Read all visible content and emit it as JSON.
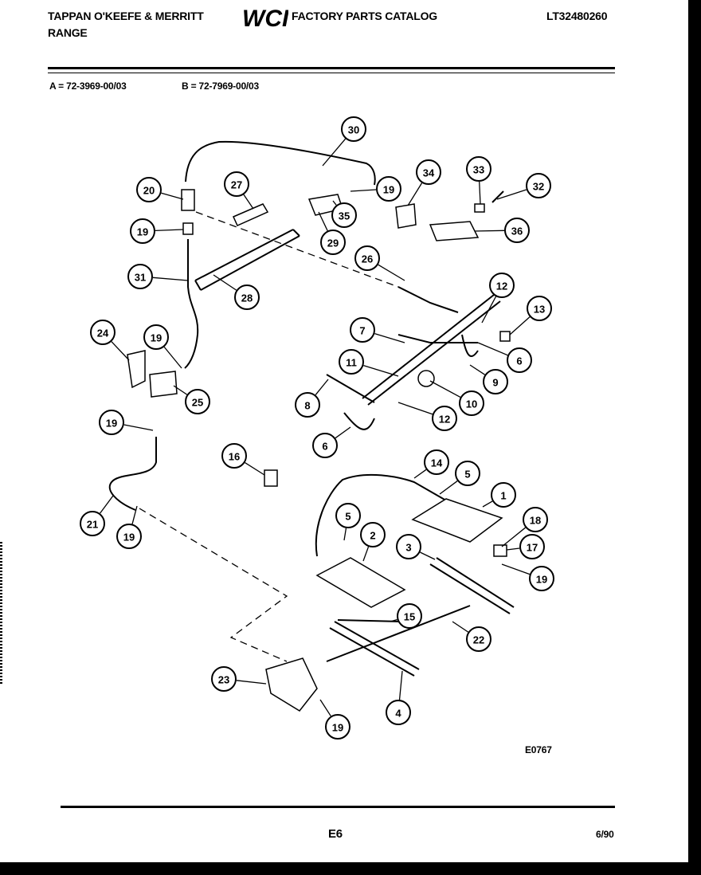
{
  "header": {
    "brand_line1": "TAPPAN O'KEEFE & MERRITT",
    "brand_line2": "RANGE",
    "logo": "WCI",
    "catalog_title": "FACTORY PARTS CATALOG",
    "catalog_number": "LT32480260"
  },
  "models": {
    "a": "A = 72-3969-00/03",
    "b": "B = 72-7969-00/03"
  },
  "diagram_code": "E0767",
  "footer": {
    "page": "E6",
    "date": "6/90"
  },
  "callouts": [
    {
      "id": "c30a",
      "label": "30"
    },
    {
      "id": "c27",
      "label": "27"
    },
    {
      "id": "c19a",
      "label": "19"
    },
    {
      "id": "c34",
      "label": "34"
    },
    {
      "id": "c33",
      "label": "33"
    },
    {
      "id": "c32",
      "label": "32"
    },
    {
      "id": "c20",
      "label": "20"
    },
    {
      "id": "c35",
      "label": "35"
    },
    {
      "id": "c36",
      "label": "36"
    },
    {
      "id": "c19b",
      "label": "19"
    },
    {
      "id": "c29",
      "label": "29"
    },
    {
      "id": "c26",
      "label": "26"
    },
    {
      "id": "c12a",
      "label": "12"
    },
    {
      "id": "c31",
      "label": "31"
    },
    {
      "id": "c28",
      "label": "28"
    },
    {
      "id": "c13",
      "label": "13"
    },
    {
      "id": "c24",
      "label": "24"
    },
    {
      "id": "c7",
      "label": "7"
    },
    {
      "id": "c19c",
      "label": "19"
    },
    {
      "id": "c6a",
      "label": "6"
    },
    {
      "id": "c11",
      "label": "11"
    },
    {
      "id": "c9",
      "label": "9"
    },
    {
      "id": "c25",
      "label": "25"
    },
    {
      "id": "c10",
      "label": "10"
    },
    {
      "id": "c8",
      "label": "8"
    },
    {
      "id": "c12b",
      "label": "12"
    },
    {
      "id": "c19d",
      "label": "19"
    },
    {
      "id": "c6b",
      "label": "6"
    },
    {
      "id": "c16",
      "label": "16"
    },
    {
      "id": "c14",
      "label": "14"
    },
    {
      "id": "c5a",
      "label": "5"
    },
    {
      "id": "c1",
      "label": "1"
    },
    {
      "id": "c5b",
      "label": "5"
    },
    {
      "id": "c2",
      "label": "2"
    },
    {
      "id": "c18",
      "label": "18"
    },
    {
      "id": "c21",
      "label": "21"
    },
    {
      "id": "c19e",
      "label": "19"
    },
    {
      "id": "c3",
      "label": "3"
    },
    {
      "id": "c17",
      "label": "17"
    },
    {
      "id": "c19f",
      "label": "19"
    },
    {
      "id": "c15",
      "label": "15"
    },
    {
      "id": "c22",
      "label": "22"
    },
    {
      "id": "c23",
      "label": "23"
    },
    {
      "id": "c4",
      "label": "4"
    },
    {
      "id": "c19g",
      "label": "19"
    }
  ]
}
